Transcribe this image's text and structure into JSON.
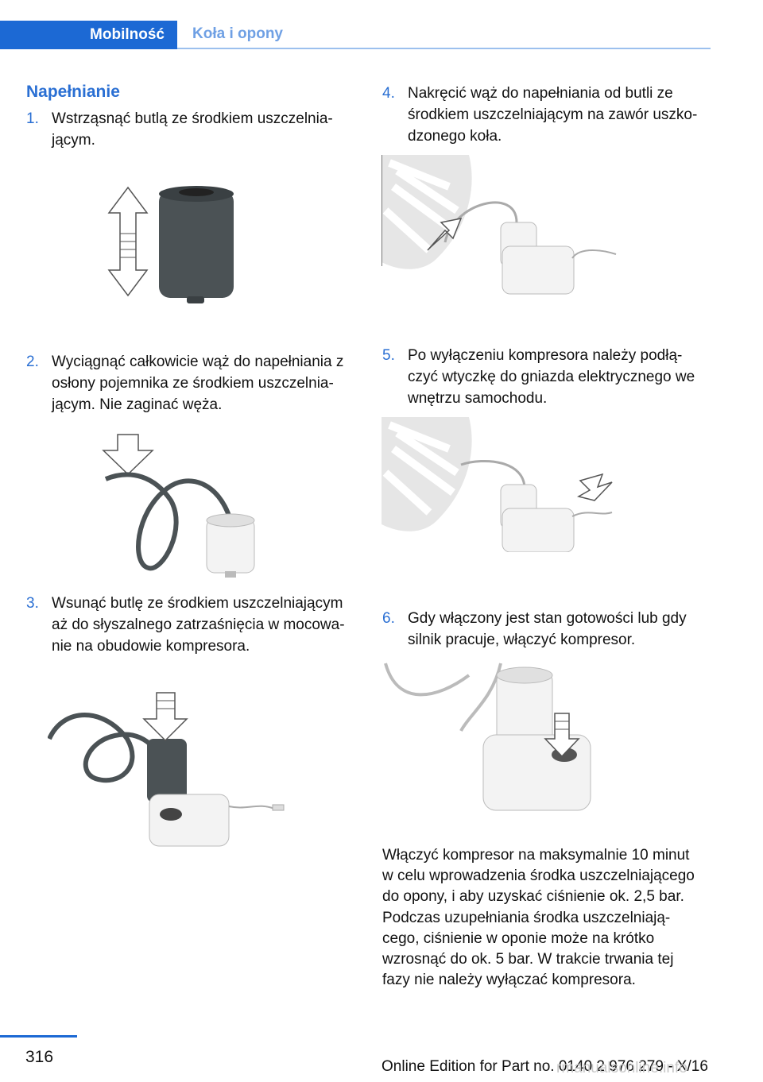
{
  "header": {
    "tab_active": "Mobilność",
    "tab_inactive": "Koła i opony"
  },
  "section": {
    "title": "Napełnianie"
  },
  "steps": [
    {
      "num": "1.",
      "lines": [
        "Wstrząsnąć butlą ze środkiem uszczelnia‐",
        "jącym."
      ]
    },
    {
      "num": "2.",
      "lines": [
        "Wyciągnąć całkowicie wąż do napełniania z",
        "osłony pojemnika ze środkiem uszczelnia‐",
        "jącym. Nie zaginać węża."
      ]
    },
    {
      "num": "3.",
      "lines": [
        "Wsunąć butlę ze środkiem uszczelniającym",
        "aż do słyszalnego zatrzaśnięcia w mocowa‐",
        "nie na obudowie kompresora."
      ]
    },
    {
      "num": "4.",
      "lines": [
        "Nakręcić wąż do napełniania od butli ze",
        "środkiem uszczelniającym na zawór uszko‐",
        "dzonego koła."
      ]
    },
    {
      "num": "5.",
      "lines": [
        "Po wyłączeniu kompresora należy podłą‐",
        "czyć wtyczkę do gniazda elektrycznego we",
        "wnętrzu samochodu."
      ]
    },
    {
      "num": "6.",
      "lines": [
        "Gdy włączony jest stan gotowości lub gdy",
        "silnik pracuje, włączyć kompresor."
      ]
    }
  ],
  "paragraphs": [
    {
      "lines": [
        "Włączyć kompresor na maksymalnie 10 minut",
        "w celu wprowadzenia środka uszczelniającego",
        "do opony, i aby uzyskać ciśnienie ok. 2,5 bar."
      ]
    },
    {
      "lines": [
        "Podczas uzupełniania środka uszczelniają‐",
        "cego, ciśnienie w oponie może na krótko",
        "wzrosnąć do ok. 5 bar. W trakcie trwania tej",
        "fazy nie należy wyłączać kompresora."
      ]
    }
  ],
  "footer": {
    "page_number": "316",
    "edition": "Online Edition for Part no. 0140 2 976 279 - X/16",
    "watermark": "rmanualsonline.info"
  },
  "colors": {
    "accent": "#1c69d4",
    "step_number": "#2a6fd3"
  }
}
